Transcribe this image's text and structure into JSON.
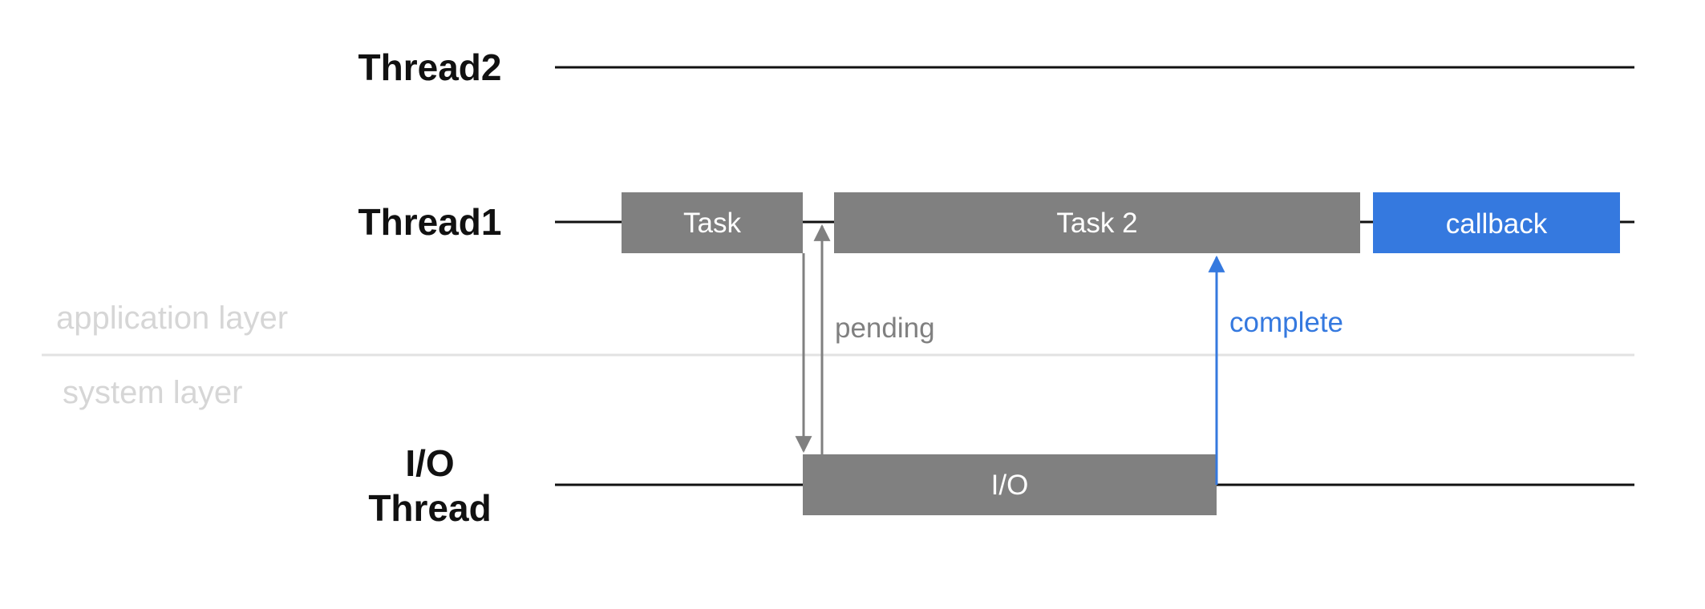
{
  "colors": {
    "gray_block": "#808080",
    "blue": "#3579df",
    "timeline": "#111111",
    "layer_text": "#d6d6d6",
    "divider": "#e2e2e2"
  },
  "lanes": {
    "thread2": "Thread2",
    "thread1": "Thread1",
    "io_line1": "I/O",
    "io_line2": "Thread"
  },
  "layers": {
    "application": "application layer",
    "system": "system layer"
  },
  "blocks": {
    "task": "Task",
    "task2": "Task 2",
    "callback": "callback",
    "io": "I/O"
  },
  "edges": {
    "pending": "pending",
    "complete": "complete"
  }
}
